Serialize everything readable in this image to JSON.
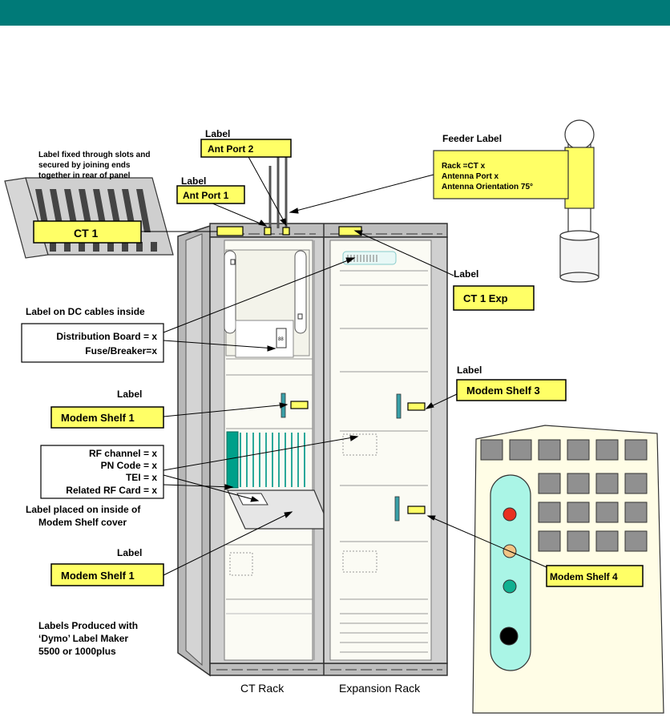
{
  "header": {
    "bar_color": "#007a78"
  },
  "colors": {
    "label_fill": "#ffff66",
    "rack_frame": "#c8c8c8",
    "rack_inner": "#fbfbf4",
    "shelf_teal": "#00a08a",
    "oval_fill": "#aaf5e6",
    "panel_fill": "#fffde6"
  },
  "icons": [
    "rack-enclosure",
    "cable-tie-slot-panel",
    "feeder-cable",
    "modem-shelf-panel"
  ],
  "labels": {
    "label_word": "Label",
    "ant_port_2": "Ant Port 2",
    "ant_port_1": "Ant Port 1",
    "ct1": "CT 1",
    "ct1_exp": "CT 1 Exp",
    "modem_shelf_1a": "Modem Shelf 1",
    "modem_shelf_1b": "Modem Shelf 1",
    "modem_shelf_3": "Modem Shelf 3",
    "modem_shelf_4": "Modem Shelf 4"
  },
  "notes": {
    "slot_note": [
      "Label fixed through slots and",
      "secured by joining ends",
      "together in rear of panel"
    ],
    "feeder_title": "Feeder Label",
    "feeder_lines": [
      "Rack =CT x",
      "Antenna Port x",
      "Antenna Orientation 75°"
    ],
    "dc_title": "Label  on DC cables inside",
    "dc_lines": [
      "Distribution Board = x",
      "Fuse/Breaker=x"
    ],
    "rf_lines": [
      "RF channel = x",
      "PN Code = x",
      "TEI = x",
      "Related RF Card = x"
    ],
    "cover_note": [
      "Label placed on inside of",
      "Modem Shelf cover"
    ],
    "dymo_note": [
      "Labels Produced with",
      "‘Dymo’ Label Maker",
      "5500 or 1000plus"
    ]
  },
  "racks": {
    "ct_rack": "CT Rack",
    "expansion_rack": "Expansion Rack"
  }
}
